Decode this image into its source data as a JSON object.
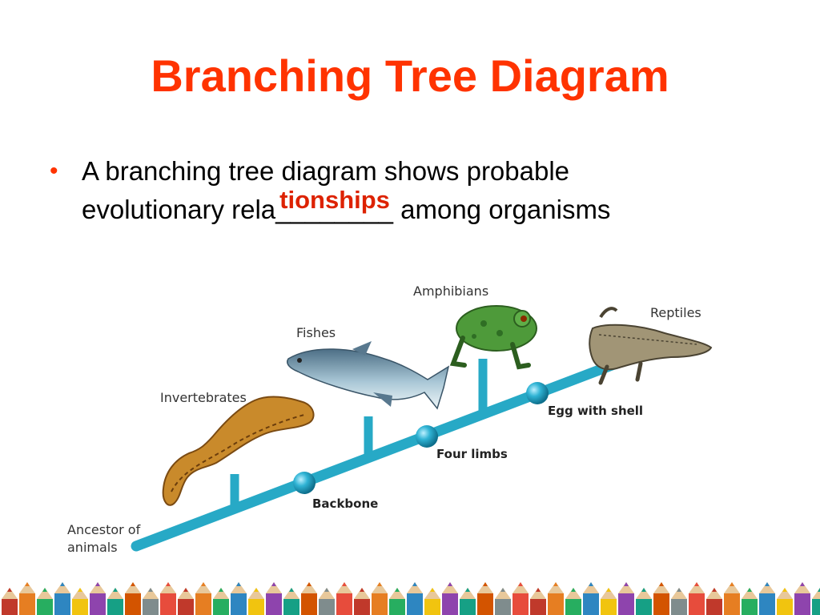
{
  "slide": {
    "title": "Branching Tree Diagram",
    "bullet_prefix_line1": "A branching tree diagram shows probable",
    "bullet_line2_start": "evolutionary rela",
    "blank": "________",
    "bullet_line2_end": " among organisms",
    "answer": "tionships"
  },
  "colors": {
    "title": "#ff3300",
    "answer": "#dd2200",
    "branch": "#27a9c6",
    "node": "#1b8fb0",
    "bullet": "#ff3300"
  },
  "diagram": {
    "branch_labels": {
      "invertebrates": "Invertebrates",
      "fishes": "Fishes",
      "amphibians": "Amphibians",
      "reptiles": "Reptiles"
    },
    "node_labels": {
      "backbone": "Backbone",
      "four_limbs": "Four limbs",
      "egg_with_shell": "Egg with shell"
    },
    "root_label_line1": "Ancestor of",
    "root_label_line2": "animals"
  },
  "decor": {
    "pencil_colors": [
      "#c0392b",
      "#e67e22",
      "#27ae60",
      "#2e86c1",
      "#f1c40f",
      "#8e44ad",
      "#16a085",
      "#d35400",
      "#7f8c8d",
      "#e74c3c"
    ]
  }
}
